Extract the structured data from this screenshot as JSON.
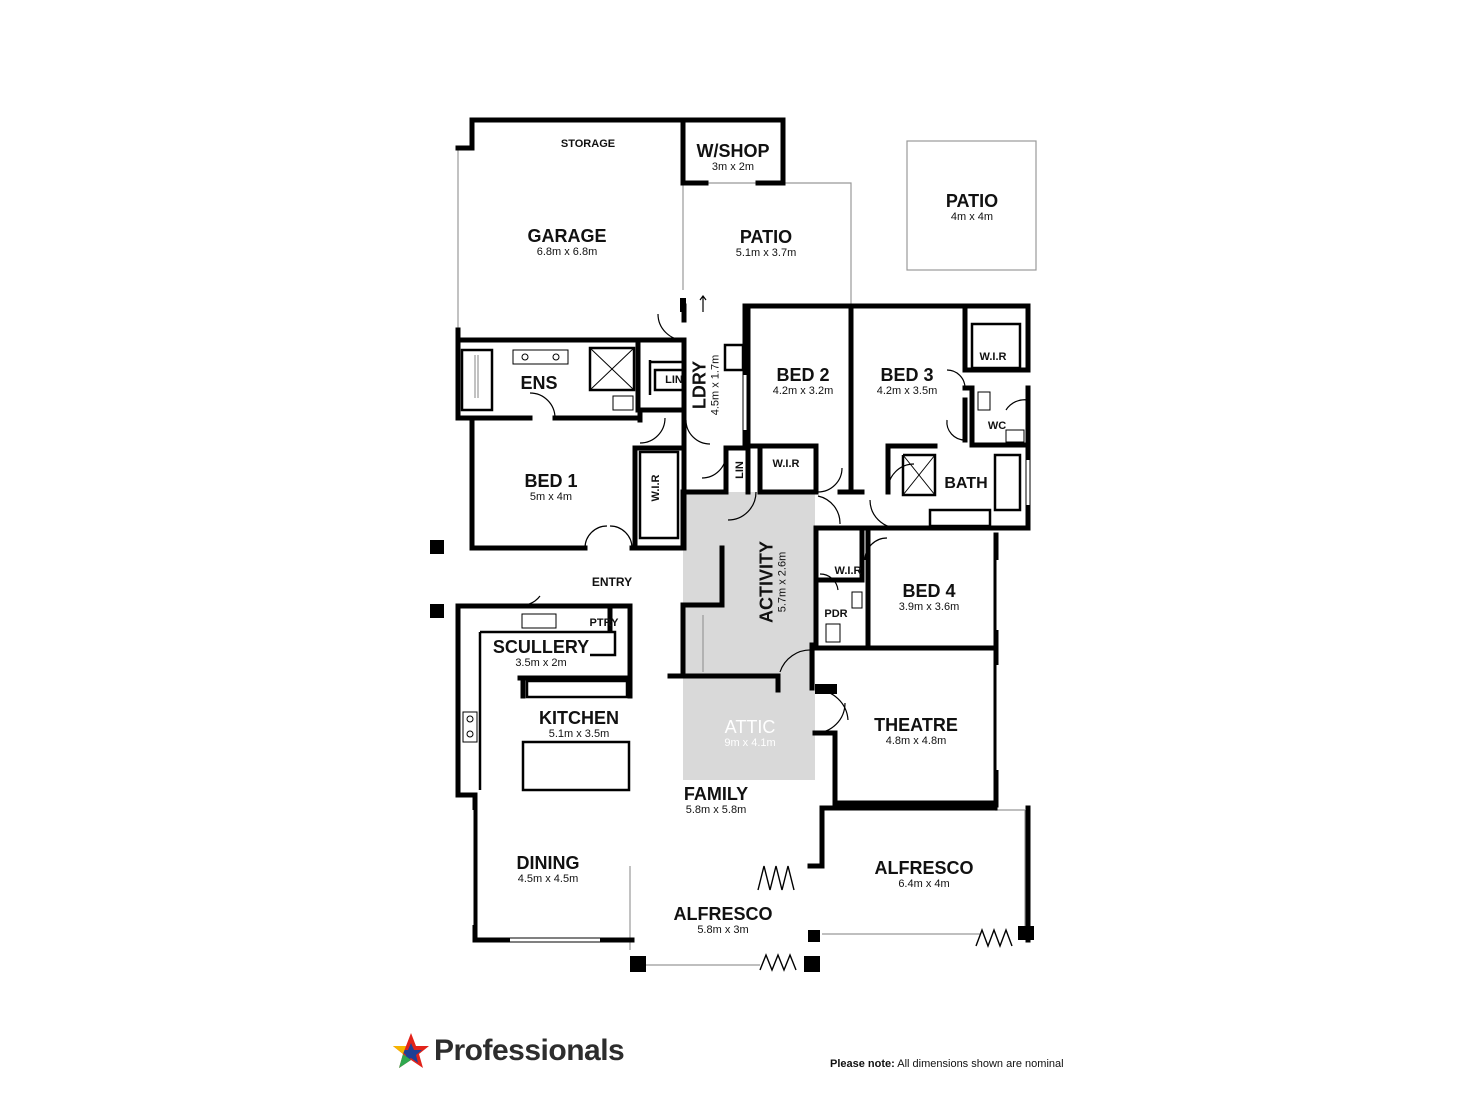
{
  "rooms": {
    "storage": {
      "name": "STORAGE"
    },
    "wshop": {
      "name": "W/SHOP",
      "dim": "3m x 2m"
    },
    "patio_a": {
      "name": "PATIO",
      "dim": "4m x 4m"
    },
    "garage": {
      "name": "GARAGE",
      "dim": "6.8m x 6.8m"
    },
    "patio_b": {
      "name": "PATIO",
      "dim": "5.1m x 3.7m"
    },
    "ens": {
      "name": "ENS"
    },
    "lin_a": {
      "name": "LIN"
    },
    "ldry": {
      "name": "LDRY",
      "dim": "4.5m x 1.7m"
    },
    "bed2": {
      "name": "BED 2",
      "dim": "4.2m x 3.2m"
    },
    "bed3": {
      "name": "BED 3",
      "dim": "4.2m x 3.5m"
    },
    "wir_a": {
      "name": "W.I.R"
    },
    "wc": {
      "name": "WC"
    },
    "bed1": {
      "name": "BED 1",
      "dim": "5m x 4m"
    },
    "wir_b": {
      "name": "W.I.R"
    },
    "wir_c": {
      "name": "W.I.R"
    },
    "lin_b": {
      "name": "LIN"
    },
    "bath": {
      "name": "BATH"
    },
    "activity": {
      "name": "ACTIVITY",
      "dim": "5.7m x 2.6m"
    },
    "entry": {
      "name": "ENTRY"
    },
    "wir_d": {
      "name": "W.I.R"
    },
    "bed4": {
      "name": "BED 4",
      "dim": "3.9m x 3.6m"
    },
    "ptry": {
      "name": "PTRY"
    },
    "scullery": {
      "name": "SCULLERY",
      "dim": "3.5m x 2m"
    },
    "pdr": {
      "name": "PDR"
    },
    "kitchen": {
      "name": "KITCHEN",
      "dim": "5.1m x 3.5m"
    },
    "attic": {
      "name": "ATTIC",
      "dim": "9m x 4.1m"
    },
    "theatre": {
      "name": "THEATRE",
      "dim": "4.8m x 4.8m"
    },
    "family": {
      "name": "FAMILY",
      "dim": "5.8m x 5.8m"
    },
    "dining": {
      "name": "DINING",
      "dim": "4.5m x 4.5m"
    },
    "alfresco_a": {
      "name": "ALFRESCO",
      "dim": "6.4m x 4m"
    },
    "alfresco_b": {
      "name": "ALFRESCO",
      "dim": "5.8m x 3m"
    }
  },
  "brand": {
    "name": "Professionals",
    "logo_colors": {
      "red": "#e2231a",
      "blue": "#1f3f95",
      "yellow": "#f7b500",
      "green": "#2fa84f"
    }
  },
  "note": {
    "label": "Please note:",
    "text": "All dimensions shown are nominal"
  },
  "colors": {
    "wall": "#000000",
    "attic_fill": "#d9d9d9",
    "thin_line": "#999999"
  }
}
